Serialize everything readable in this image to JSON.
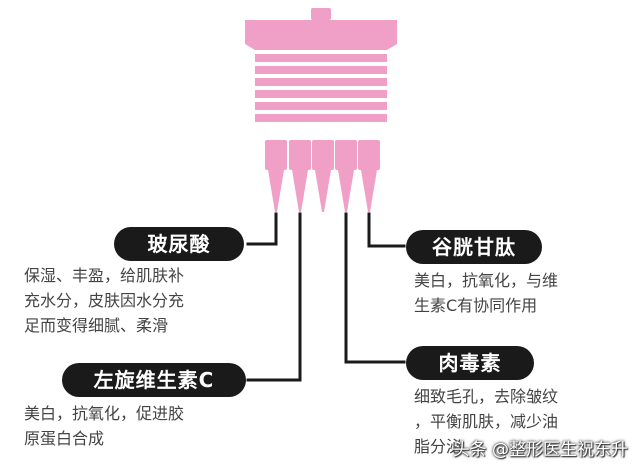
{
  "colors": {
    "device_pink": "#f0a0c6",
    "stripe_white": "#ffffff",
    "label_bg": "#1a1a1a",
    "label_text": "#ffffff",
    "connector": "#1a1a1a",
    "body_text": "#444444"
  },
  "ingredients": [
    {
      "label": "玻尿酸",
      "lines": [
        "保湿、丰盈，给肌肤补",
        "充水分，皮肤因水分充",
        "足而变得细腻、柔滑"
      ]
    },
    {
      "label": "谷胱甘肽",
      "lines": [
        "美白，抗氧化，与维",
        "生素C有协同作用"
      ]
    },
    {
      "label": "肉毒素",
      "lines": [
        "细致毛孔，去除皱纹",
        "，平衡肌肤，减少油",
        "脂分泌"
      ]
    },
    {
      "label": "左旋维生素C",
      "lines": [
        "美白，抗氧化，促进胶",
        "原蛋白合成"
      ]
    }
  ],
  "watermark": "头条 @整形医生祝东升"
}
